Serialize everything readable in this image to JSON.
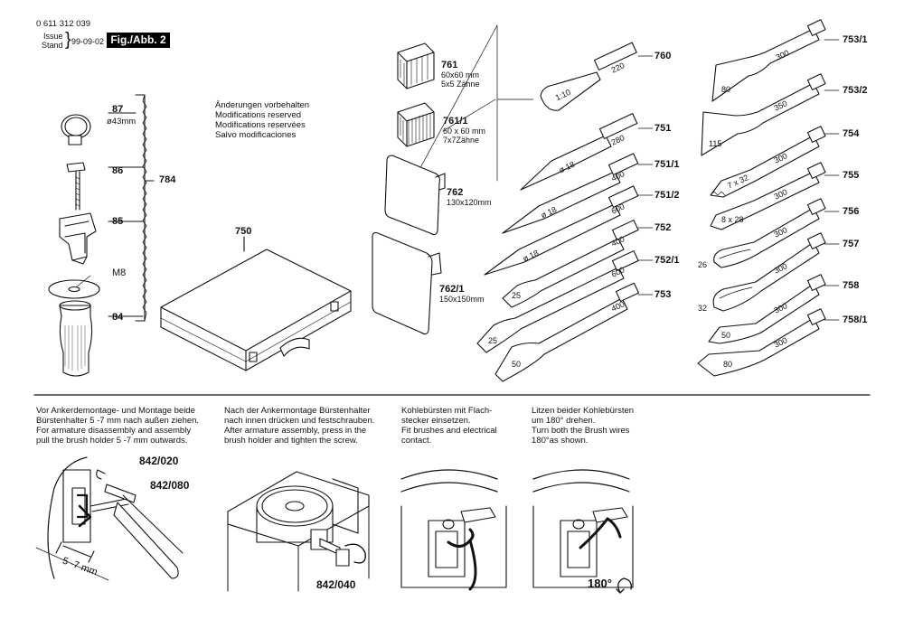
{
  "header": {
    "drawing_no": "0 611 312 039",
    "issue_label": "Issue",
    "stand_label": "Stand",
    "date": "99-09-02",
    "fig_label": "Fig./Abb. 2"
  },
  "note": [
    "Änderungen vorbehalten",
    "Modifications reserved",
    "Modifications reservées",
    "Salvo modificaciones"
  ],
  "left_parts": {
    "p87": "87",
    "p87_size": "ø43mm",
    "p86": "86",
    "p85": "85",
    "m8": "M8",
    "p84": "84",
    "p784": "784"
  },
  "case": {
    "label": "750"
  },
  "pads": [
    {
      "id": "761",
      "l1": "60x60 mm",
      "l2": "5x5 Zähne"
    },
    {
      "id": "761/1",
      "l1": "60 x 60 mm",
      "l2": "7x7Zähne"
    },
    {
      "id": "762",
      "l1": "130x120mm",
      "l2": ""
    },
    {
      "id": "762/1",
      "l1": "150x150mm",
      "l2": ""
    }
  ],
  "middle_chisels": [
    {
      "id": "760",
      "m1": "1:10",
      "m2": "220"
    },
    {
      "id": "751",
      "m1": "ø 18",
      "m2": "280"
    },
    {
      "id": "751/1",
      "m1": "ø 18",
      "m2": "400"
    },
    {
      "id": "751/2",
      "m1": "ø 18",
      "m2": "600"
    },
    {
      "id": "752",
      "m1": "25",
      "m2": "400"
    },
    {
      "id": "752/1",
      "m1": "25",
      "m2": "600"
    },
    {
      "id": "753",
      "m1": "50",
      "m2": "400"
    }
  ],
  "right_chisels": [
    {
      "id": "753/1",
      "m1": "80",
      "m2": "300"
    },
    {
      "id": "753/2",
      "m1": "115",
      "m2": "350"
    },
    {
      "id": "754",
      "m1": "7 x 32",
      "m2": "300"
    },
    {
      "id": "755",
      "m1": "8 x 28",
      "m2": "300"
    },
    {
      "id": "756",
      "m1": "26",
      "m2": "300"
    },
    {
      "id": "757",
      "m1": "32",
      "m2": "300"
    },
    {
      "id": "758",
      "m1": "50",
      "m2": "300"
    },
    {
      "id": "758/1",
      "m1": "80",
      "m2": "300"
    }
  ],
  "instructions": {
    "i1": [
      "Vor Ankerdemontage- und Montage beide",
      "Bürstenhalter 5 -7 mm nach außen ziehen.",
      "For armature disassembly and assembly",
      "pull the brush holder 5 -7 mm outwards."
    ],
    "i2": [
      "Nach der Ankermontage Bürstenhalter",
      "nach innen drücken und festschrauben.",
      "After armature assembly, press in the",
      "brush holder and tighten the screw."
    ],
    "i3": [
      "Kohlebürsten mit Flach-",
      "stecker einsetzen.",
      "Fit brushes and electrical",
      "contact."
    ],
    "i4": [
      "Litzen beider Kohlebürsten",
      "um 180° drehen.",
      "Turn both the Brush wires",
      "180°as shown."
    ]
  },
  "callouts": {
    "c842_020": "842/020",
    "c842_080": "842/080",
    "c842_040": "842/040",
    "dim": "5 -7 mm",
    "deg": "180°"
  }
}
